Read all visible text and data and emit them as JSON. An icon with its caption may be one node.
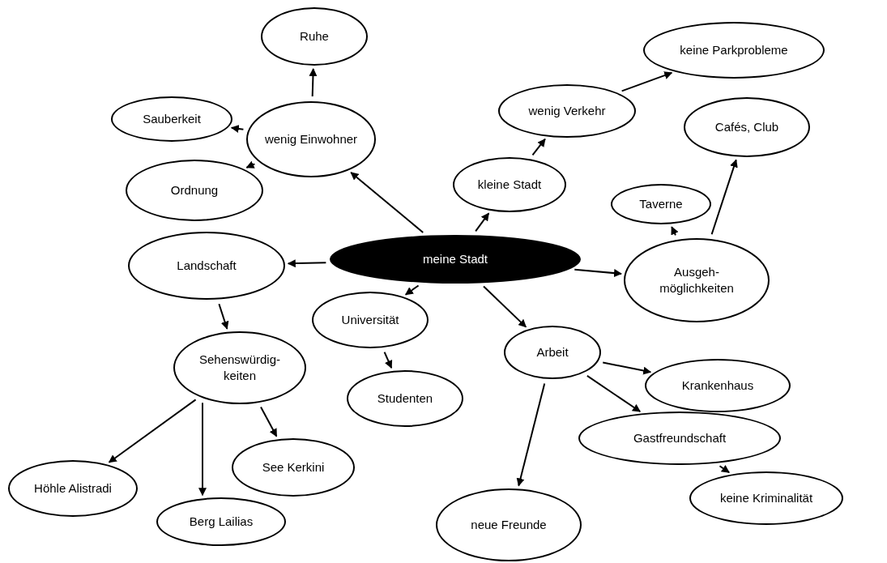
{
  "diagram": {
    "nodes": [
      {
        "text": [
          "meine Stadt"
        ]
      },
      {
        "text": [
          "wenig Einwohner"
        ]
      },
      {
        "text": [
          "Ruhe"
        ]
      },
      {
        "text": [
          "Sauberkeit"
        ]
      },
      {
        "text": [
          "Ordnung"
        ]
      },
      {
        "text": [
          "Landschaft"
        ]
      },
      {
        "text": [
          "Sehenswürdig- keiten"
        ]
      },
      {
        "text": [
          "Höhle Alistradi"
        ]
      },
      {
        "text": [
          "Berg Lailias"
        ]
      },
      {
        "text": [
          "See Kerkini"
        ]
      },
      {
        "text": [
          "Universität"
        ]
      },
      {
        "text": [
          "Studenten"
        ]
      },
      {
        "text": [
          "kleine Stadt"
        ]
      },
      {
        "text": [
          "wenig Verkehr"
        ]
      },
      {
        "text": [
          "keine Parkprobleme"
        ]
      },
      {
        "text": [
          "Cafés, Club"
        ]
      },
      {
        "text": [
          "Taverne"
        ]
      },
      {
        "text": [
          "Ausgeh- möglichkeiten"
        ]
      },
      {
        "text": [
          "Arbeit"
        ]
      },
      {
        "text": [
          "Krankenhaus"
        ]
      },
      {
        "text": [
          "Gastfreundschaft"
        ]
      },
      {
        "text": [
          "keine Kriminalität"
        ]
      },
      {
        "text": [
          "neue Freunde"
        ]
      }
    ],
    "edges": [
      {
        "from": 0,
        "to": 1,
        "arrow": "to"
      },
      {
        "from": 1,
        "to": 2,
        "arrow": "to"
      },
      {
        "from": 1,
        "to": 3,
        "arrow": "to"
      },
      {
        "from": 1,
        "to": 4,
        "arrow": "to"
      },
      {
        "from": 0,
        "to": 5,
        "arrow": "to"
      },
      {
        "from": 5,
        "to": 6,
        "arrow": "to"
      },
      {
        "from": 6,
        "to": 7,
        "arrow": "to"
      },
      {
        "from": 6,
        "to": 8,
        "arrow": "to"
      },
      {
        "from": 6,
        "to": 9,
        "arrow": "to"
      },
      {
        "from": 0,
        "to": 10,
        "arrow": "to"
      },
      {
        "from": 10,
        "to": 11,
        "arrow": "to"
      },
      {
        "from": 0,
        "to": 12,
        "arrow": "to"
      },
      {
        "from": 12,
        "to": 13,
        "arrow": "to"
      },
      {
        "from": 13,
        "to": 14,
        "arrow": "to"
      },
      {
        "from": 0,
        "to": 17,
        "arrow": "to"
      },
      {
        "from": 17,
        "to": 16,
        "arrow": "to"
      },
      {
        "from": 17,
        "to": 15,
        "arrow": "to"
      },
      {
        "from": 0,
        "to": 18,
        "arrow": "to"
      },
      {
        "from": 18,
        "to": 19,
        "arrow": "to"
      },
      {
        "from": 18,
        "to": 20,
        "arrow": "to"
      },
      {
        "from": 20,
        "to": 21,
        "arrow": "to"
      },
      {
        "from": 18,
        "to": 22,
        "arrow": "to"
      }
    ]
  }
}
